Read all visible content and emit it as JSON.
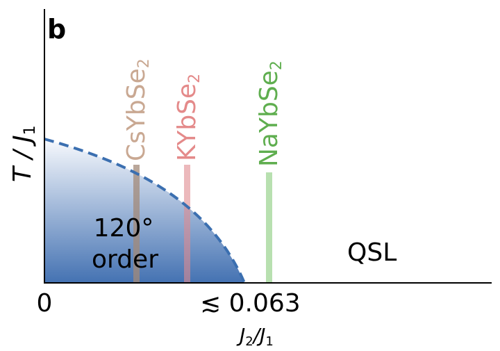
{
  "panel_label": "b",
  "y_axis": {
    "main": "T / J",
    "sub": "1"
  },
  "x_axis": {
    "j2": "J",
    "j2_sub": "2",
    "slash": "/J",
    "j1_sub": "1"
  },
  "x_ticks": {
    "zero": "0",
    "critical": "≲ 0.063"
  },
  "regions": {
    "ordered_line1": "120°",
    "ordered_line2": "order",
    "qsl": "QSL"
  },
  "materials": [
    {
      "name": "CsYbSe",
      "sub": "2",
      "color": "#c9a892"
    },
    {
      "name": "KYbSe",
      "sub": "2",
      "color": "#e48a8a"
    },
    {
      "name": "NaYbSe",
      "sub": "2",
      "color": "#5fae4f"
    }
  ],
  "colors": {
    "phase_boundary": "#3b6fb0",
    "fill_bottom": "#3f6fb0",
    "fill_top": "#f5f8fc"
  }
}
